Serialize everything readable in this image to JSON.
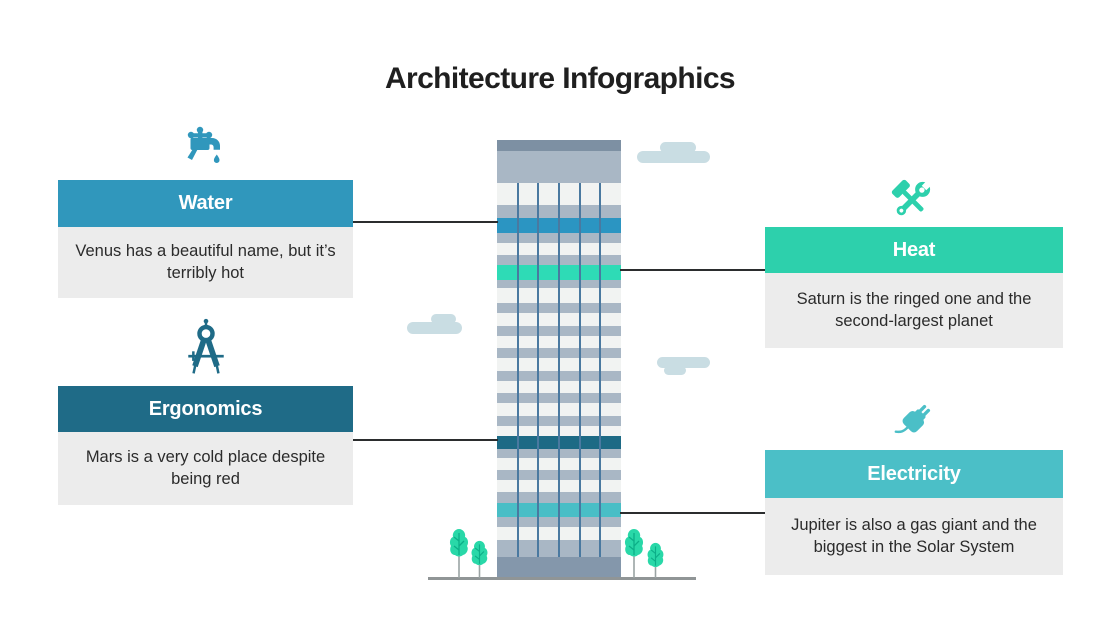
{
  "title": "Architecture Infographics",
  "cards": {
    "water": {
      "label": "Water",
      "description": "Venus has a beautiful name, but it’s terribly hot",
      "accent": "#3097BC",
      "icon": "faucet-icon"
    },
    "ergonomics": {
      "label": "Ergonomics",
      "description": "Mars is a very cold place despite being red",
      "accent": "#1F6B87",
      "icon": "drafting-compass-icon"
    },
    "heat": {
      "label": "Heat",
      "description": "Saturn is the ringed one and the second-largest planet",
      "accent": "#2DD0AC",
      "icon": "hammer-wrench-icon"
    },
    "electricity": {
      "label": "Electricity",
      "description": "Jupiter is also a gas giant and the biggest in the Solar System",
      "accent": "#4BBFC7",
      "icon": "plug-icon"
    }
  },
  "body_background": "#ECECEC",
  "connector_color": "#2B2D2E",
  "scene": {
    "cloud_color": "#C9DDE3",
    "ground_color": "#909596",
    "tree_fill": "#29D8A8"
  },
  "building": {
    "palette": {
      "roof": "#7D90A3",
      "wall": "#A9B7C5",
      "win": "#F1F3F2",
      "blue": "#2B95C2",
      "mint": "#2EDBB6",
      "dark": "#1D6A85",
      "teal": "#49BEC6",
      "base": "#8497AB",
      "divider": "#4A79A0"
    },
    "floors": [
      {
        "c": "roof",
        "h": 11
      },
      {
        "c": "wall",
        "h": 32
      },
      {
        "c": "win",
        "h": 22
      },
      {
        "c": "wall",
        "h": 13
      },
      {
        "c": "blue",
        "h": 15
      },
      {
        "c": "wall",
        "h": 10
      },
      {
        "c": "win",
        "h": 12
      },
      {
        "c": "wall",
        "h": 10
      },
      {
        "c": "mint",
        "h": 15
      },
      {
        "c": "wall",
        "h": 8
      },
      {
        "c": "win",
        "h": 15
      },
      {
        "c": "wall",
        "h": 10
      },
      {
        "c": "win",
        "h": 13
      },
      {
        "c": "wall",
        "h": 10
      },
      {
        "c": "win",
        "h": 12
      },
      {
        "c": "wall",
        "h": 10
      },
      {
        "c": "win",
        "h": 13
      },
      {
        "c": "wall",
        "h": 10
      },
      {
        "c": "win",
        "h": 12
      },
      {
        "c": "wall",
        "h": 10
      },
      {
        "c": "win",
        "h": 13
      },
      {
        "c": "wall",
        "h": 10
      },
      {
        "c": "win",
        "h": 10
      },
      {
        "c": "dark",
        "h": 13
      },
      {
        "c": "wall",
        "h": 9
      },
      {
        "c": "win",
        "h": 12
      },
      {
        "c": "wall",
        "h": 10
      },
      {
        "c": "win",
        "h": 12
      },
      {
        "c": "wall",
        "h": 11
      },
      {
        "c": "teal",
        "h": 14
      },
      {
        "c": "wall",
        "h": 10
      },
      {
        "c": "win",
        "h": 13
      },
      {
        "c": "wall",
        "h": 17
      },
      {
        "c": "base",
        "h": 21
      }
    ]
  }
}
